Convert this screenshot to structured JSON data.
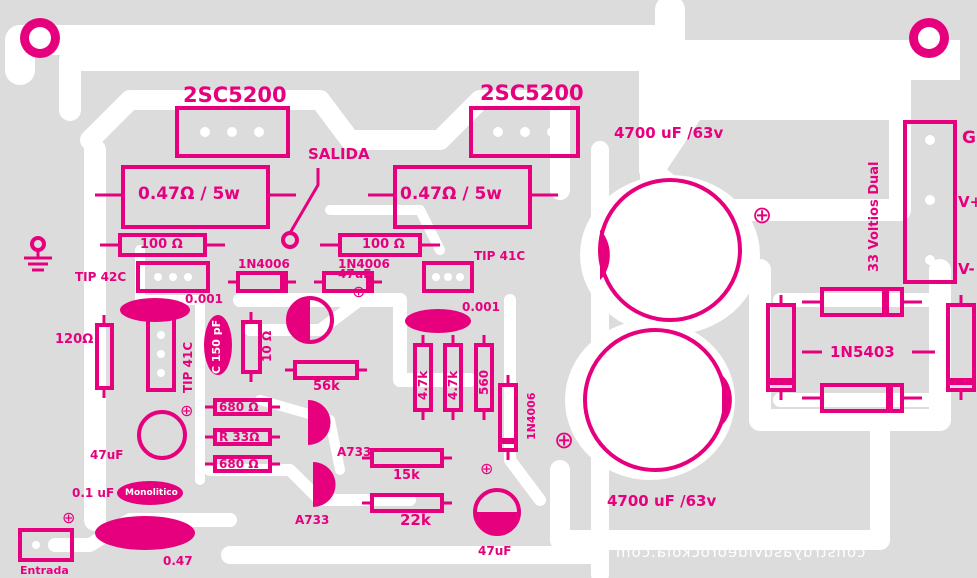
{
  "colors": {
    "copper": "#ffffff",
    "board": "#dcdcdc",
    "silk": "#e6007e"
  },
  "labels": {
    "transistor_left": "2SC5200",
    "transistor_right": "2SC5200",
    "output": "SALIDA",
    "res_left_power": "0.47Ω / 5w",
    "res_right_power": "0.47Ω / 5w",
    "res_100_left": "100 Ω",
    "res_100_right": "100 Ω",
    "tip42c": "TIP 42C",
    "tip41c_driver": "TIP 41C",
    "tip41c_vertical": "TIP 41C",
    "diode_1n4006_a": "1N4006",
    "diode_1n4006_b": "1N4006",
    "diode_1n4006_c": "1N4006",
    "cap_0001_left": "0.001",
    "cap_0001_right": "0.001",
    "cap_47uf_top": "47uF",
    "cap_47uf_mid": "47uF",
    "cap_47uf_bottom": "47uF",
    "res_120": "120Ω",
    "cap_150pf": "C 150 pF",
    "res_10": "10 Ω",
    "res_56k": "56k",
    "res_680_a": "680 Ω",
    "res_r33": "R 33Ω",
    "res_680_b": "680 Ω",
    "res_47k_a": "4.7k",
    "res_47k_b": "4.7k",
    "res_560": "560",
    "ic_a733_top": "A733",
    "ic_a733_bottom": "A733",
    "res_15k": "15k",
    "res_22k": "22k",
    "cap_01uf": "0.1 uF",
    "cap_monolitico": "Monolitico",
    "cap_047": "0.47",
    "input": "Entrada",
    "cap_4700_top": "4700 uF /63v",
    "cap_4700_bottom": "4700 uF /63v",
    "power_note": "33 Voltios Dual",
    "conn_g": "G",
    "conn_vplus": "V+",
    "conn_vminus": "V-",
    "bridge_diodes": "1N5403",
    "watermark": "construyasuvideorockola.com"
  },
  "icons": {
    "plus": "⊕",
    "ground": "ground-symbol"
  }
}
